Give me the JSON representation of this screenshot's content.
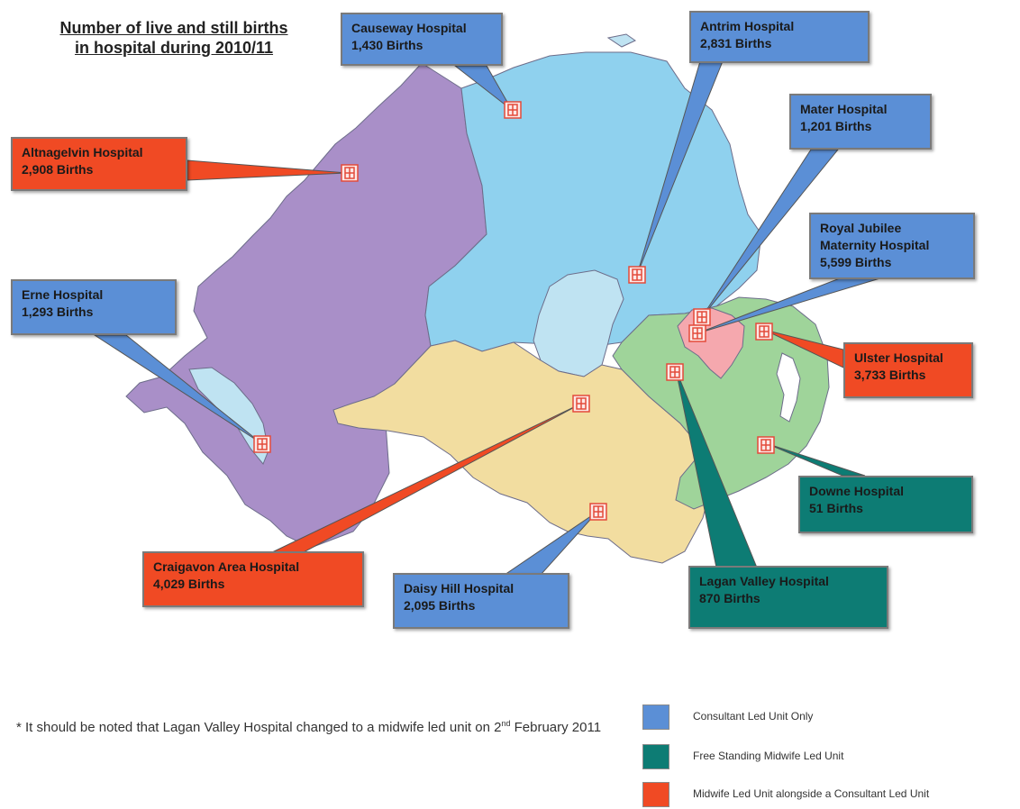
{
  "title": {
    "line1": "Number of live and still births",
    "line2": "in hospital during 2010/11"
  },
  "colors": {
    "consultant": "#5b8fd6",
    "free_standing": "#0d7c74",
    "alongside": "#f04a24",
    "region_west": "#a98fc8",
    "region_north": "#8fd1ee",
    "region_lough": "#bfe3f2",
    "region_south": "#f2dda0",
    "region_east": "#9fd49a",
    "region_belfast": "#f5a8ae"
  },
  "hospitals": [
    {
      "name": "Causeway Hospital",
      "births": "1,430 Births",
      "unit_type": "consultant"
    },
    {
      "name": "Antrim Hospital",
      "births": "2,831 Births",
      "unit_type": "consultant"
    },
    {
      "name": "Mater Hospital",
      "births": "1,201 Births",
      "unit_type": "consultant"
    },
    {
      "name_line1": "Royal Jubilee",
      "name_line2": "Maternity Hospital",
      "births": "5,599 Births",
      "unit_type": "consultant"
    },
    {
      "name": "Altnagelvin Hospital",
      "births": "2,908 Births",
      "unit_type": "alongside"
    },
    {
      "name": "Erne Hospital",
      "births": "1,293 Births",
      "unit_type": "consultant"
    },
    {
      "name": "Ulster Hospital",
      "births": "3,733 Births",
      "unit_type": "alongside"
    },
    {
      "name": "Downe Hospital",
      "births": "51 Births",
      "unit_type": "free_standing"
    },
    {
      "name": "Craigavon Area Hospital",
      "births": "4,029 Births",
      "unit_type": "alongside"
    },
    {
      "name": "Daisy Hill Hospital",
      "births": "2,095 Births",
      "unit_type": "consultant"
    },
    {
      "name": "Lagan Valley Hospital",
      "births": "870 Births",
      "unit_type": "free_standing"
    }
  ],
  "note": {
    "marker": "*",
    "text_before": "It should be noted that Lagan Valley Hospital changed to a midwife led unit on 2",
    "superscript": "nd",
    "text_after": " February 2011"
  },
  "legend": [
    {
      "label": "Consultant Led Unit Only",
      "color": "#5b8fd6"
    },
    {
      "label": "Free Standing Midwife Led Unit",
      "color": "#0d7c74"
    },
    {
      "label": "Midwife Led Unit alongside a Consultant Led Unit",
      "color": "#f04a24"
    }
  ],
  "icons": {
    "hospital_marker": "hospital-building-icon"
  }
}
